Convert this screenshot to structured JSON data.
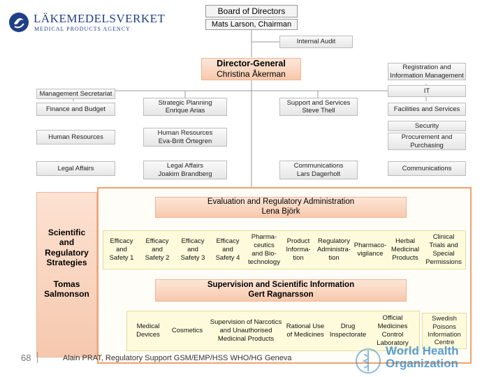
{
  "logo": {
    "name": "LÄKEMEDELSVERKET",
    "subtitle": "MEDICAL PRODUCTS AGENCY"
  },
  "board": {
    "title": "Board of Directors",
    "chair": "Mats Larson, Chairman"
  },
  "internal_audit": "Internal Audit",
  "director_general": {
    "title": "Director-General",
    "name": "Christina Åkerman"
  },
  "left_column": {
    "management_secretariat": "Management Secretariat",
    "finance": "Finance and Budget",
    "hr": "Human Resources",
    "legal": "Legal Affairs"
  },
  "middle_column": {
    "strategic": "Strategic Planning\nEnrique Arias",
    "hr": "Human Resources\nEva-Britt Örtegren",
    "legal": "Legal Affairs\nJoakim Brandberg"
  },
  "support_column": {
    "support": "Support and Services\nSteve Thell",
    "communications": "Communications\nLars Dagerholt"
  },
  "right_column": {
    "registration": "Registration and\nInformation Management",
    "it": "IT",
    "facilities": "Facilities and Services",
    "security": "Security",
    "procurement": "Procurement and\nPurchasing",
    "communications": "Communications"
  },
  "evaluation": {
    "title": "Evaluation and Regulatory Administration",
    "head": "Lena Björk"
  },
  "scientific": {
    "title": "Scientific\nand\nRegulatory\nStrategies",
    "head": "Tomas\nSalmonson"
  },
  "evaluation_units": [
    "Efficacy\nand\nSafety 1",
    "Efficacy\nand\nSafety 2",
    "Efficacy\nand\nSafety 3",
    "Efficacy\nand\nSafety 4",
    "Pharma-\nceutics\nand Bio-\ntechnology",
    "Product\nInforma-\ntion",
    "Regulatory\nAdministra-\ntion",
    "Pharmaco-\nvigilance",
    "Herbal\nMedicinal\nProducts",
    "Clinical\nTrials and\nSpecial\nPermissions"
  ],
  "supervision": {
    "title": "Supervision and Scientific Information",
    "head": "Gert Ragnarsson"
  },
  "supervision_units": [
    "Medical\nDevices",
    "Cosmetics",
    "Supervision of Narcotics\nand Unauthorised\nMedicinal Products",
    "Rational Use\nof Medicines",
    "Drug\nInspectorate",
    "Official\nMedicines\nControl\nLaboratory"
  ],
  "swedish_centre": "Swedish\nPoisons\nInformation\nCentre",
  "footer": {
    "page": "68",
    "text": "Alain PRAT, Regulatory Support GSM/EMP/HSS WHO/HG Geneva",
    "who": "World Health\nOrganization"
  },
  "colors": {
    "accent_border": "#f2a06d",
    "peach": "#f7c9ac",
    "yellow_panel": "#fdfbdc",
    "logo_blue": "#1f3f86",
    "who_blue": "#3b8ed0"
  }
}
